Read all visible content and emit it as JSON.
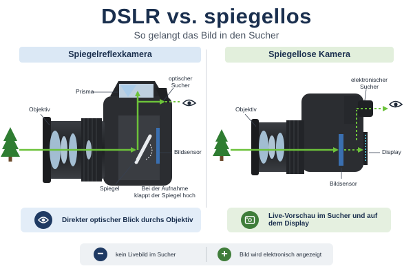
{
  "header": {
    "title": "DSLR vs. spiegellos",
    "subtitle": "So gelangt das Bild in den Sucher"
  },
  "left_panel": {
    "heading": "Spiegelreflexkamera",
    "labels": {
      "prism": "Prisma",
      "optical_viewfinder_line1": "optischer",
      "optical_viewfinder_line2": "Sucher",
      "lens": "Objektiv",
      "sensor": "Bildsensor",
      "mirror": "Spiegel",
      "mirror_note_line1": "Bei der Aufnahme",
      "mirror_note_line2": "klappt der Spiegel hoch"
    },
    "info": "Direkter optischer Blick durchs Objektiv"
  },
  "right_panel": {
    "heading": "Spiegellose Kamera",
    "labels": {
      "evf_line1": "elektronischer",
      "evf_line2": "Sucher",
      "lens": "Objektiv",
      "display": "Display",
      "sensor": "Bildsensor"
    },
    "info": "Live-Vorschau im Sucher und auf dem Display"
  },
  "footer": {
    "minus_symbol": "−",
    "plus_symbol": "+",
    "dslr_point": "kein Livebild im Sucher",
    "mirrorless_point": "Bild wird elektronisch angezeigt"
  },
  "colors": {
    "title": "#1a2f4e",
    "light_path": "#6cc23a",
    "camera_body": "#2b2d31",
    "sensor": "#3a6fb0",
    "left_panel_bg": "#dbe8f5",
    "right_panel_bg": "#e2efdc"
  },
  "icons": {
    "subject": "tree-icon",
    "viewer": "eye-icon",
    "left_info": "eye-icon",
    "right_info": "display-icon"
  }
}
